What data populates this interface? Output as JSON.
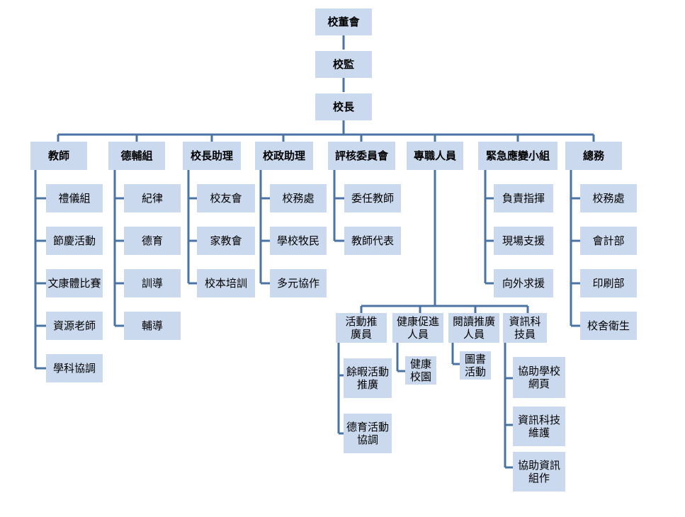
{
  "top": [
    "校董會",
    "校監",
    "校長"
  ],
  "departments": [
    {
      "name": "教師",
      "items": [
        "禮儀組",
        "節慶活動",
        "文康體比賽",
        "資源老師",
        "學科協調"
      ]
    },
    {
      "name": "德輔組",
      "items": [
        "紀律",
        "德育",
        "訓導",
        "輔導"
      ]
    },
    {
      "name": "校長助理",
      "items": [
        "校友會",
        "家教會",
        "校本培訓"
      ]
    },
    {
      "name": "校政助理",
      "items": [
        "校務處",
        "學校牧民",
        "多元協作"
      ]
    },
    {
      "name": "評核委員會",
      "items": [
        "委任教師",
        "教師代表"
      ]
    },
    {
      "name": "專職人員",
      "items": []
    },
    {
      "name": "緊急應變小組",
      "items": [
        "負責指揮",
        "現場支援",
        "向外求援"
      ]
    },
    {
      "name": "總務",
      "items": [
        "校務處",
        "會計部",
        "印刷部",
        "校舍衛生"
      ]
    }
  ],
  "staff_groups": [
    {
      "name": "活動推\n廣員",
      "items": [
        "餘暇活動\n推廣",
        "德育活動\n協調"
      ]
    },
    {
      "name": "健康促進\n人員",
      "items": [
        "健康\n校園"
      ]
    },
    {
      "name": "閱讀推廣\n人員",
      "items": [
        "圖書\n活動"
      ]
    },
    {
      "name": "資訊科\n技員",
      "items": [
        "協助學校\n網頁",
        "資訊科技\n維護",
        "協助資訊\n組作"
      ]
    }
  ],
  "colors": {
    "box": "#cbd9ee",
    "line": "#4a73a4"
  }
}
